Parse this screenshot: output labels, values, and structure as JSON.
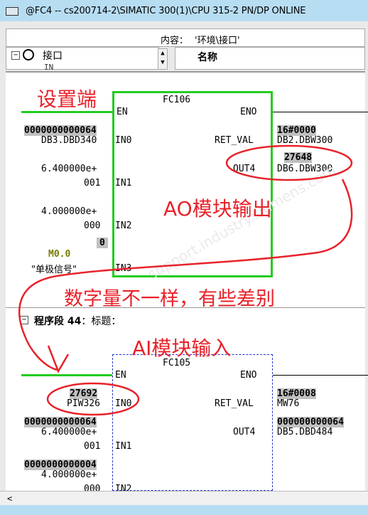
{
  "window": {
    "title": "@FC4 -- cs200714-2\\SIMATIC 300(1)\\CPU 315-2 PN/DP  ONLINE"
  },
  "header": {
    "content_label": "内容：",
    "content_path": "'环境\\接口'"
  },
  "tree": {
    "root_label": "接口",
    "child_label": "IN"
  },
  "name_column": {
    "header": "名称"
  },
  "block1": {
    "name": "FC106",
    "en": "EN",
    "eno": "ENO",
    "in0": "IN0",
    "in1": "IN1",
    "in2": "IN2",
    "in3": "IN3",
    "ret_val": "RET_VAL",
    "out4": "OUT4",
    "in0_value": "0000000000064",
    "in0_addr": "DB3.DBD340",
    "in1_value": "6.400000e+",
    "in1_addr": "001",
    "in2_value": "4.000000e+",
    "in2_addr": "000",
    "in3_value": "0",
    "in3_bit": "M0.0",
    "in3_symbol": "\"单极信号\"",
    "ret_value": "16#0000",
    "ret_addr": "DB2.DBW300",
    "out4_value": "27648",
    "out4_addr": "DB6.DBW300"
  },
  "segment": {
    "label": "程序段 44",
    "title": "：标题："
  },
  "block2": {
    "name": "FC105",
    "en": "EN",
    "eno": "ENO",
    "in0": "IN0",
    "in1": "IN1",
    "in2": "IN2",
    "ret_val": "RET_VAL",
    "out4": "OUT4",
    "in0_value": "27692",
    "in0_addr": "PIW326",
    "in1_value": "0000000000064",
    "in1_num": "6.400000e+",
    "in1_addr": "001",
    "in2_value": "0000000000004",
    "in2_num": "4.000000e+",
    "in2_addr": "000",
    "ret_value": "16#0008",
    "ret_addr": "MW76",
    "out4_value": "000000000064",
    "out4_addr": "DB5.DBD484"
  },
  "annotations": {
    "setpoint": "设置端",
    "ao_output": "AO模块输出",
    "difference": "数字量不一样，有些差别",
    "ai_input": "AI模块输入"
  },
  "colors": {
    "annotation_red": "#e8222a",
    "rung_green": "#22cc22",
    "block2_border": "#2233cc"
  }
}
